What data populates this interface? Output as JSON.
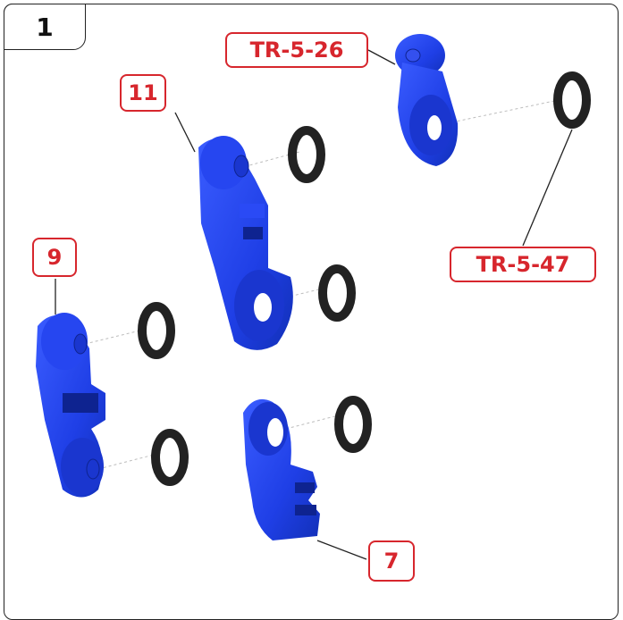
{
  "step": {
    "number": "1"
  },
  "callouts": {
    "part_tr_5_26": "TR-5-26",
    "part_11": "11",
    "part_tr_5_47": "TR-5-47",
    "part_9": "9",
    "part_7": "7"
  },
  "colors": {
    "part_blue": "#1f3fe6",
    "part_blue_dark": "#1228a8",
    "washer": "#222222",
    "callout_red": "#d7262d"
  }
}
